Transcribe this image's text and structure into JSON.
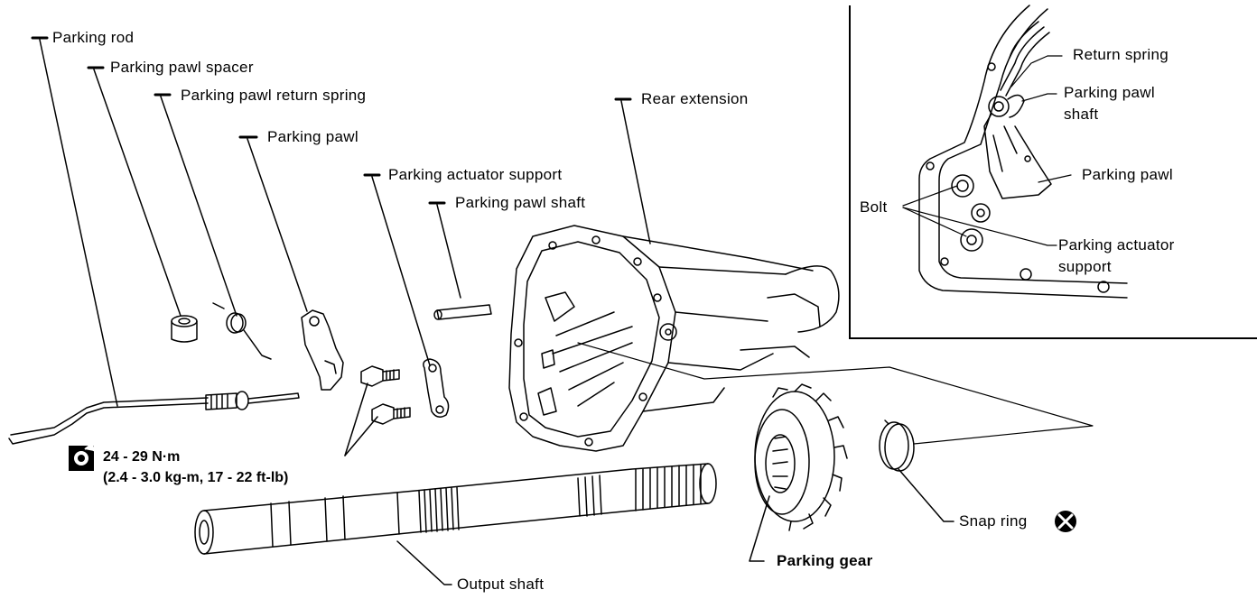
{
  "labels": {
    "parking_rod": "Parking rod",
    "parking_pawl_spacer": "Parking pawl spacer",
    "parking_pawl_return_spring": "Parking pawl  return spring",
    "parking_pawl": "Parking pawl",
    "parking_actuator_support": "Parking actuator support",
    "parking_pawl_shaft": "Parking pawl shaft",
    "rear_extension": "Rear extension",
    "output_shaft": "Output shaft",
    "parking_gear": "Parking gear",
    "snap_ring": "Snap ring"
  },
  "torque": {
    "value": "24 - 29 N·m",
    "converted": "(2.4 - 3.0 kg-m, 17 - 22 ft-lb)"
  },
  "inset": {
    "return_spring": "Return spring",
    "parking_pawl_shaft_line1": "Parking pawl",
    "parking_pawl_shaft_line2": "shaft",
    "parking_pawl": "Parking pawl",
    "bolt": "Bolt",
    "parking_actuator_support_line1": "Parking actuator",
    "parking_actuator_support_line2": "support"
  },
  "icons": {
    "torque": "torque-wrench-icon",
    "non_reusable": "non-reusable-x-icon"
  }
}
